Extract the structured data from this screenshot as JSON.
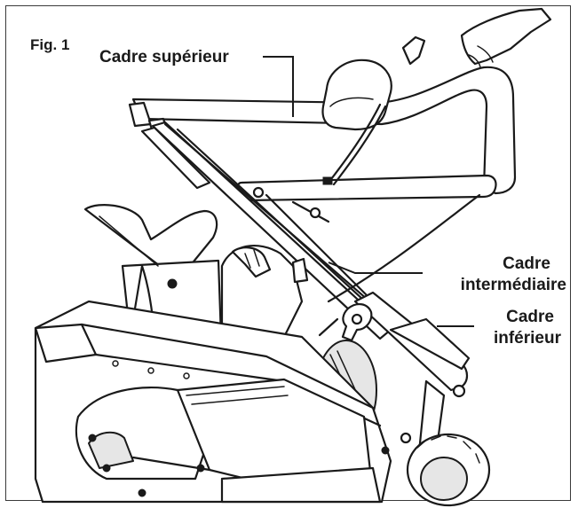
{
  "figure": {
    "label": "Fig. 1",
    "callouts": {
      "upper_frame": "Cadre supérieur",
      "middle_frame_line1": "Cadre",
      "middle_frame_line2": "intermédiaire",
      "lower_frame_line1": "Cadre",
      "lower_frame_line2": "inférieur"
    }
  }
}
